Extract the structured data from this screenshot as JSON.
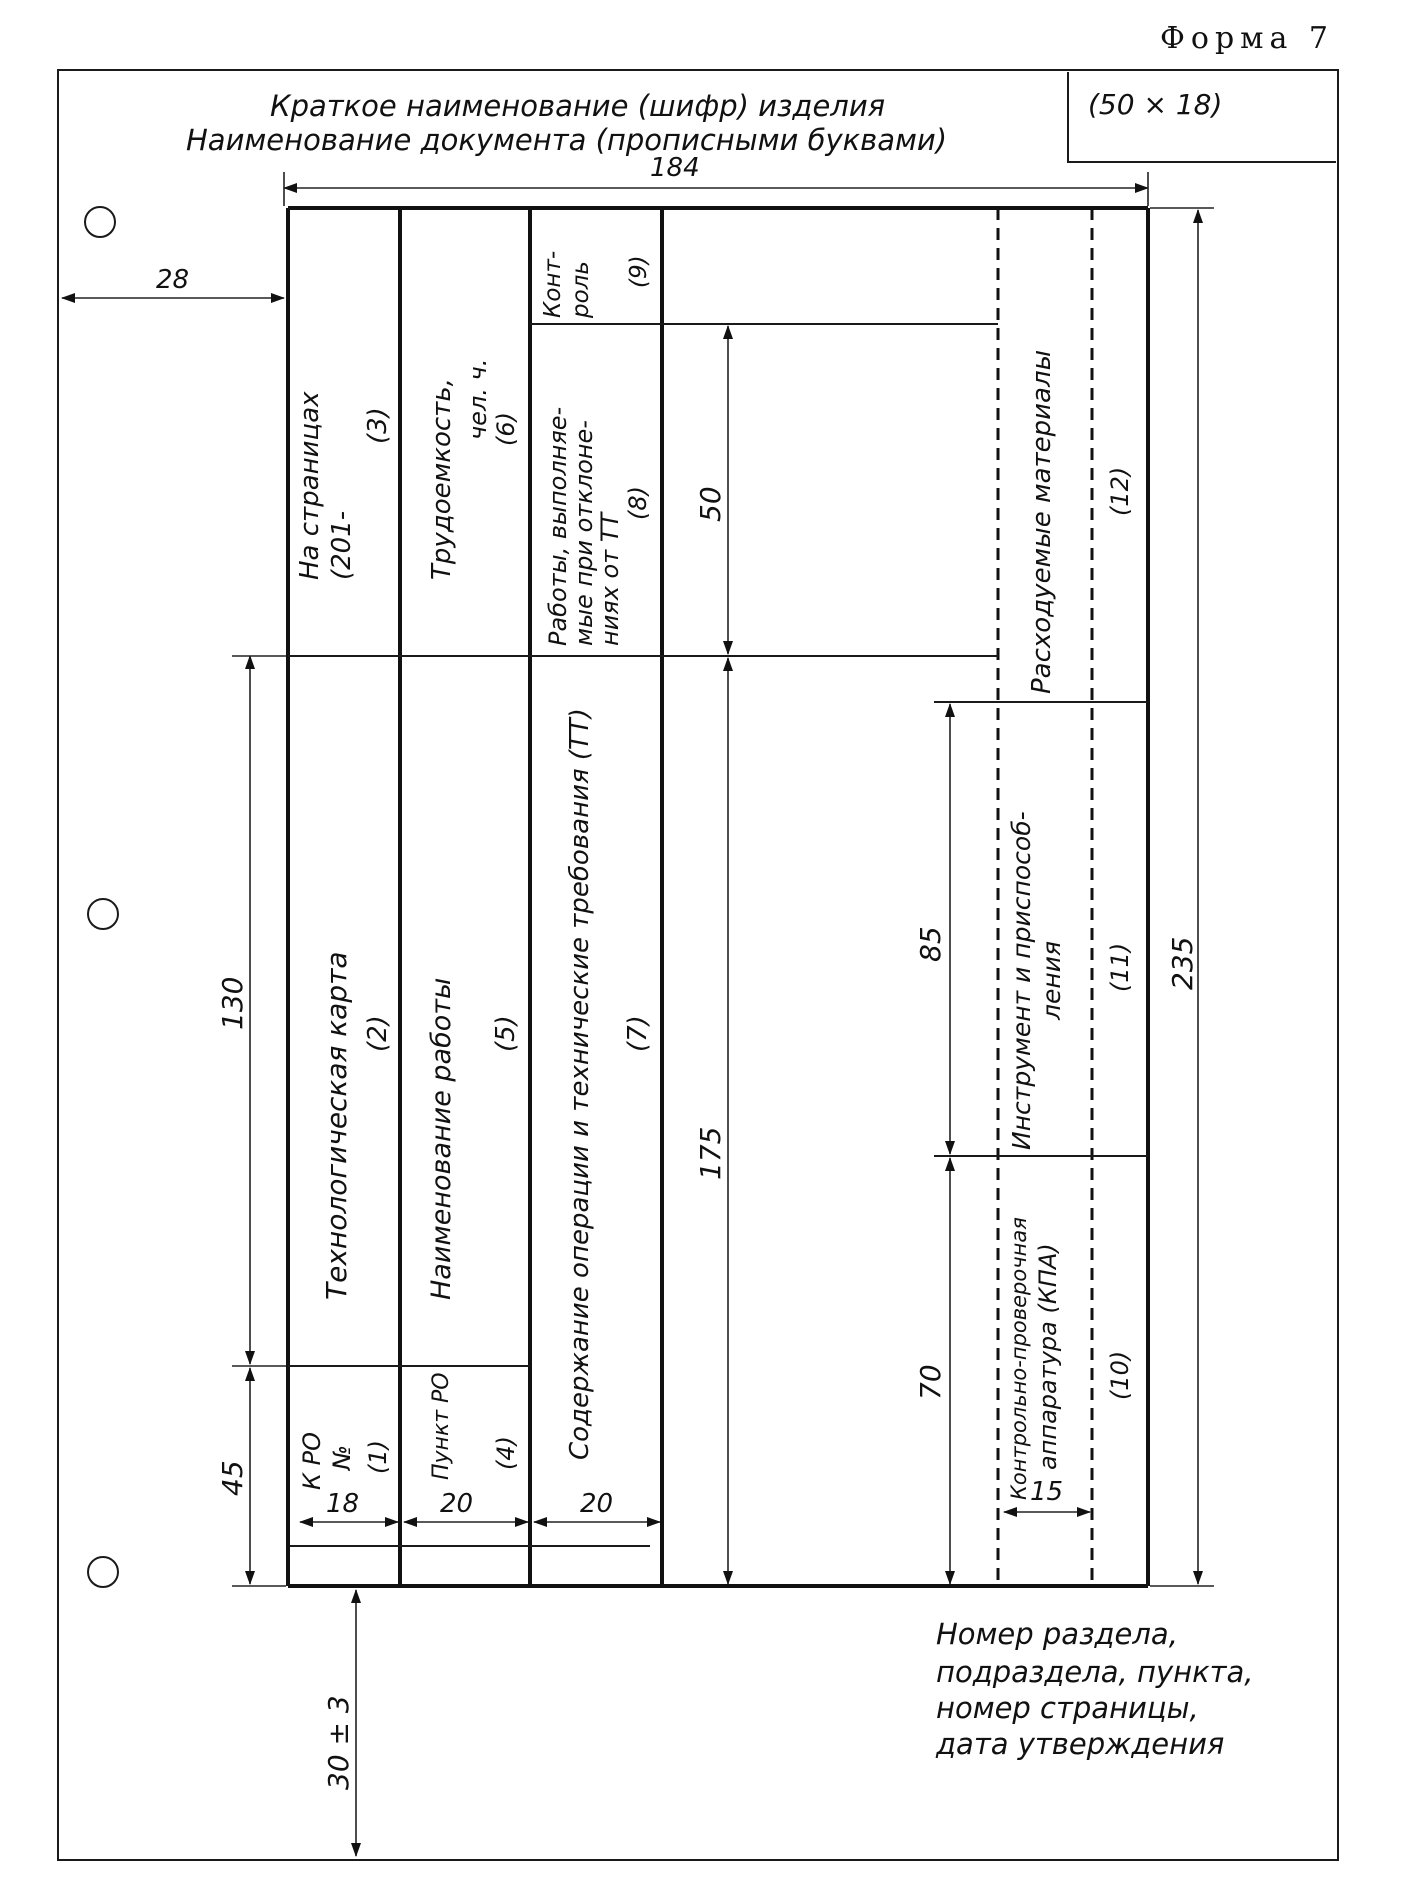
{
  "form_label": "Форма 7",
  "header": {
    "line1": "Краткое наименование (шифр) изделия",
    "line2": "Наименование документа (прописными буквами)",
    "stamp": "(50 × 18)"
  },
  "dims": {
    "width": "184",
    "left_margin": "28",
    "bottom_margin": "30 ± 3",
    "h130": "130",
    "h45": "45",
    "h50": "50",
    "h175": "175",
    "h85": "85",
    "h70": "70",
    "h235": "235",
    "w18": "18",
    "w20a": "20",
    "w20b": "20",
    "w15": "15"
  },
  "cells": {
    "c1a": "К РО",
    "c1b": "№",
    "c1c": "(1)",
    "c2a": "Технологическая   карта",
    "c2b": "(2)",
    "c3a": "На страницах",
    "c3b": "(201-",
    "c3c": "(3)",
    "c4a": "Пункт РО",
    "c4b": "(4)",
    "c5a": "Наименование работы",
    "c5b": "(5)",
    "c6a": "Трудоемкость,",
    "c6b": "чел. ч.",
    "c6c": "(6)",
    "c7a": "Содержание операции и технические требования (ТТ)",
    "c7b": "(7)",
    "c8a": "Работы, выполняе-",
    "c8b": "мые при отклоне-",
    "c8c": "ниях   от ТТ",
    "c8d": "(8)",
    "c9a": "Конт-",
    "c9b": "роль",
    "c9c": "(9)",
    "c10a": "Контрольно-проверочная",
    "c10b": "аппаратура (КПА)",
    "c10c": "(10)",
    "c11a": "Инструмент  и  приспособ-",
    "c11b": "ления",
    "c11c": "(11)",
    "c12a": "Расходуемые   материалы",
    "c12b": "(12)"
  },
  "footer": {
    "l1": "Номер раздела,",
    "l2": "подраздела, пункта,",
    "l3": "номер страницы,",
    "l4": "дата утверждения"
  }
}
